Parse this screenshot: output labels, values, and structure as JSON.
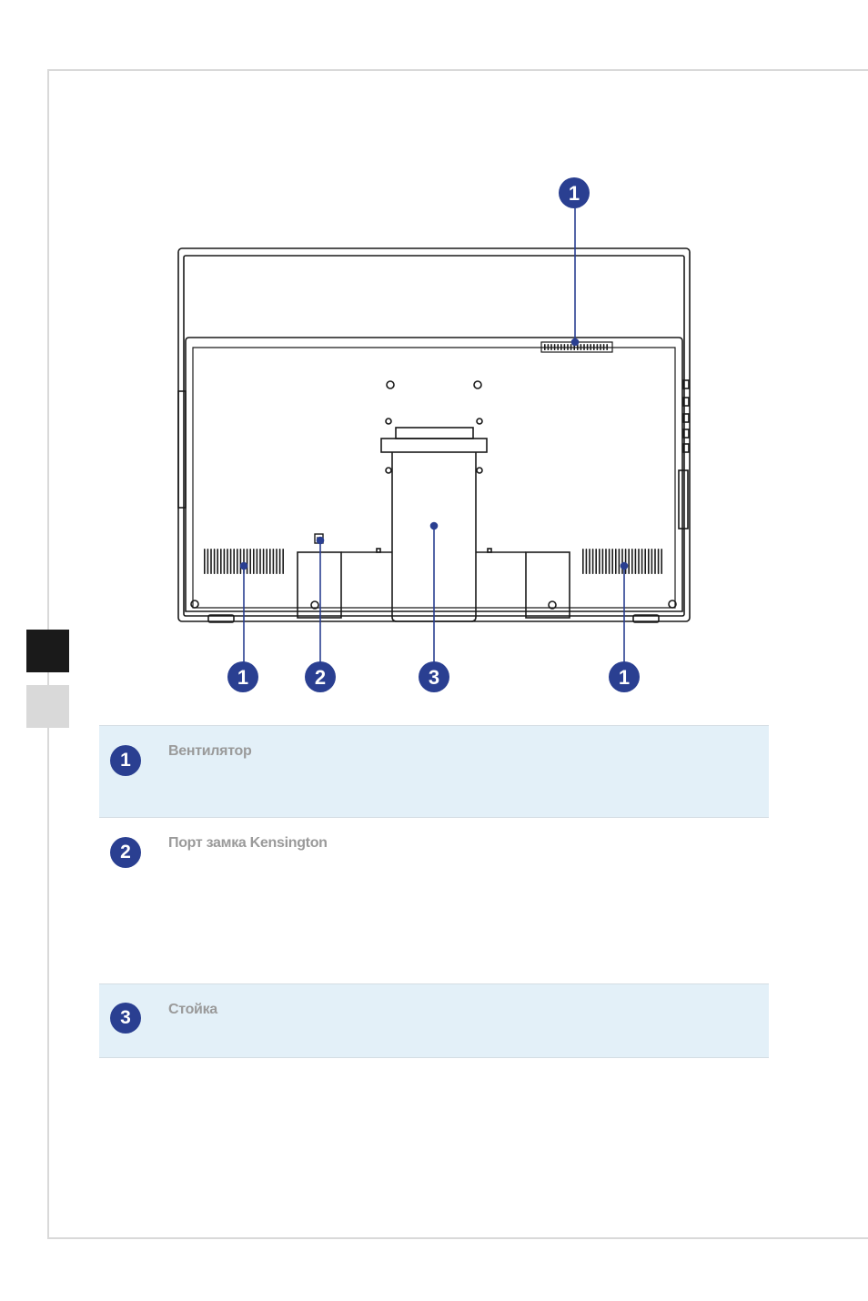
{
  "callout_numbers": {
    "fan": "1",
    "kensington": "2",
    "stand": "3"
  },
  "items": [
    {
      "number": "1",
      "label": "Вентилятор"
    },
    {
      "number": "2",
      "label": "Порт замка Kensington"
    },
    {
      "number": "3",
      "label": "Стойка"
    }
  ],
  "colors": {
    "badge": "#2a3f91",
    "row_shade": "#e3f0f8",
    "label_text": "#9a9a9a",
    "frame": "#d9d9d9"
  },
  "icons": {
    "lock_port": "kensington-lock-icon"
  }
}
